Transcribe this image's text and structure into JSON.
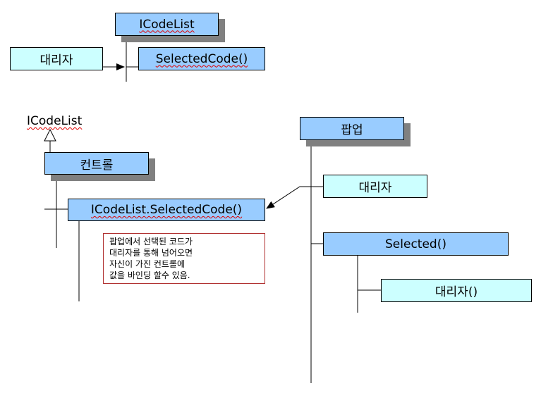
{
  "top": {
    "interface_box": "ICodeList",
    "delegate_box": "대리자",
    "method_box": "SelectedCode()"
  },
  "left": {
    "interface_label": "ICodeList",
    "control_box": "컨트롤",
    "call_box": "ICodeList.SelectedCode()",
    "note_lines": [
      "팝업에서 선택된 코드가",
      "대리자를 통해 넘어오면",
      "자신이 가진 컨트롤에",
      "값을 바인딩 할수 있음."
    ]
  },
  "right": {
    "popup_box": "팝업",
    "delegate_box": "대리자",
    "selected_box": "Selected()",
    "delegate_call_box": "대리자()"
  },
  "colors": {
    "blue_box": "#99ccff",
    "cyan_box": "#ccffff",
    "shadow": "#808080",
    "note_border": "#b03030"
  }
}
